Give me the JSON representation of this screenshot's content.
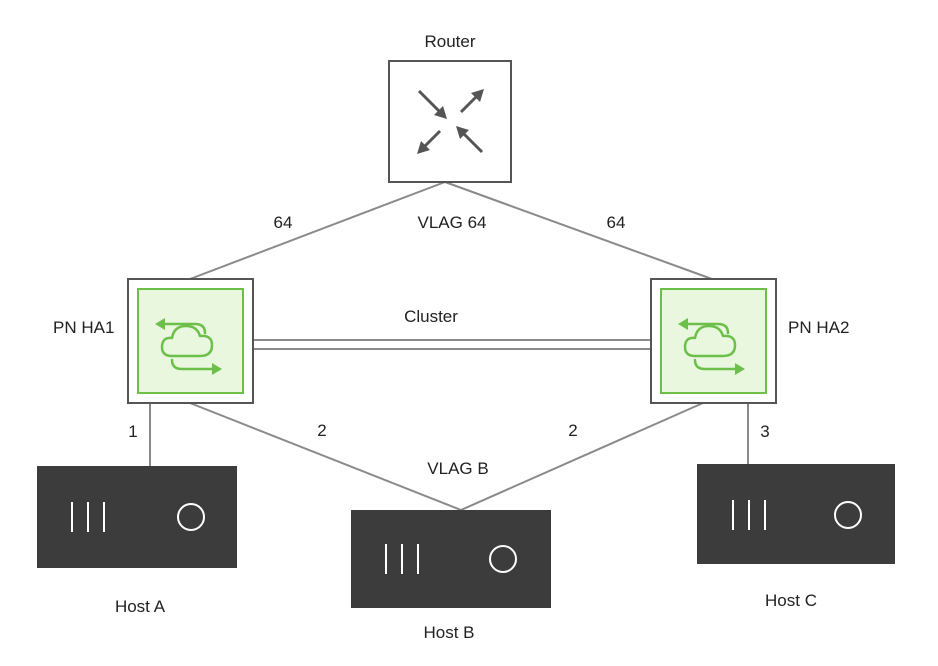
{
  "router": {
    "label": "Router",
    "icon": "arrows-converge-icon"
  },
  "switches": {
    "ha1": {
      "label": "PN HA1",
      "icon": "cloud-sync-icon"
    },
    "ha2": {
      "label": "PN HA2",
      "icon": "cloud-sync-icon"
    }
  },
  "links": {
    "router_ha1": "64",
    "router_ha2": "64",
    "vlag_top": "VLAG 64",
    "cluster": "Cluster",
    "ha1_hostA": "1",
    "ha1_hostB": "2",
    "ha2_hostB": "2",
    "ha2_hostC": "3",
    "vlag_bottom": "VLAG B"
  },
  "hosts": {
    "a": {
      "label": "Host A",
      "icon": "server-icon"
    },
    "b": {
      "label": "Host B",
      "icon": "server-icon"
    },
    "c": {
      "label": "Host C",
      "icon": "server-icon"
    }
  },
  "colors": {
    "line": "#8a8a8a",
    "box_border": "#555555",
    "switch_bg": "#eaf7df",
    "accent_green": "#6cc04a",
    "host_fill": "#3c3c3c",
    "host_glyph": "#ffffff"
  }
}
